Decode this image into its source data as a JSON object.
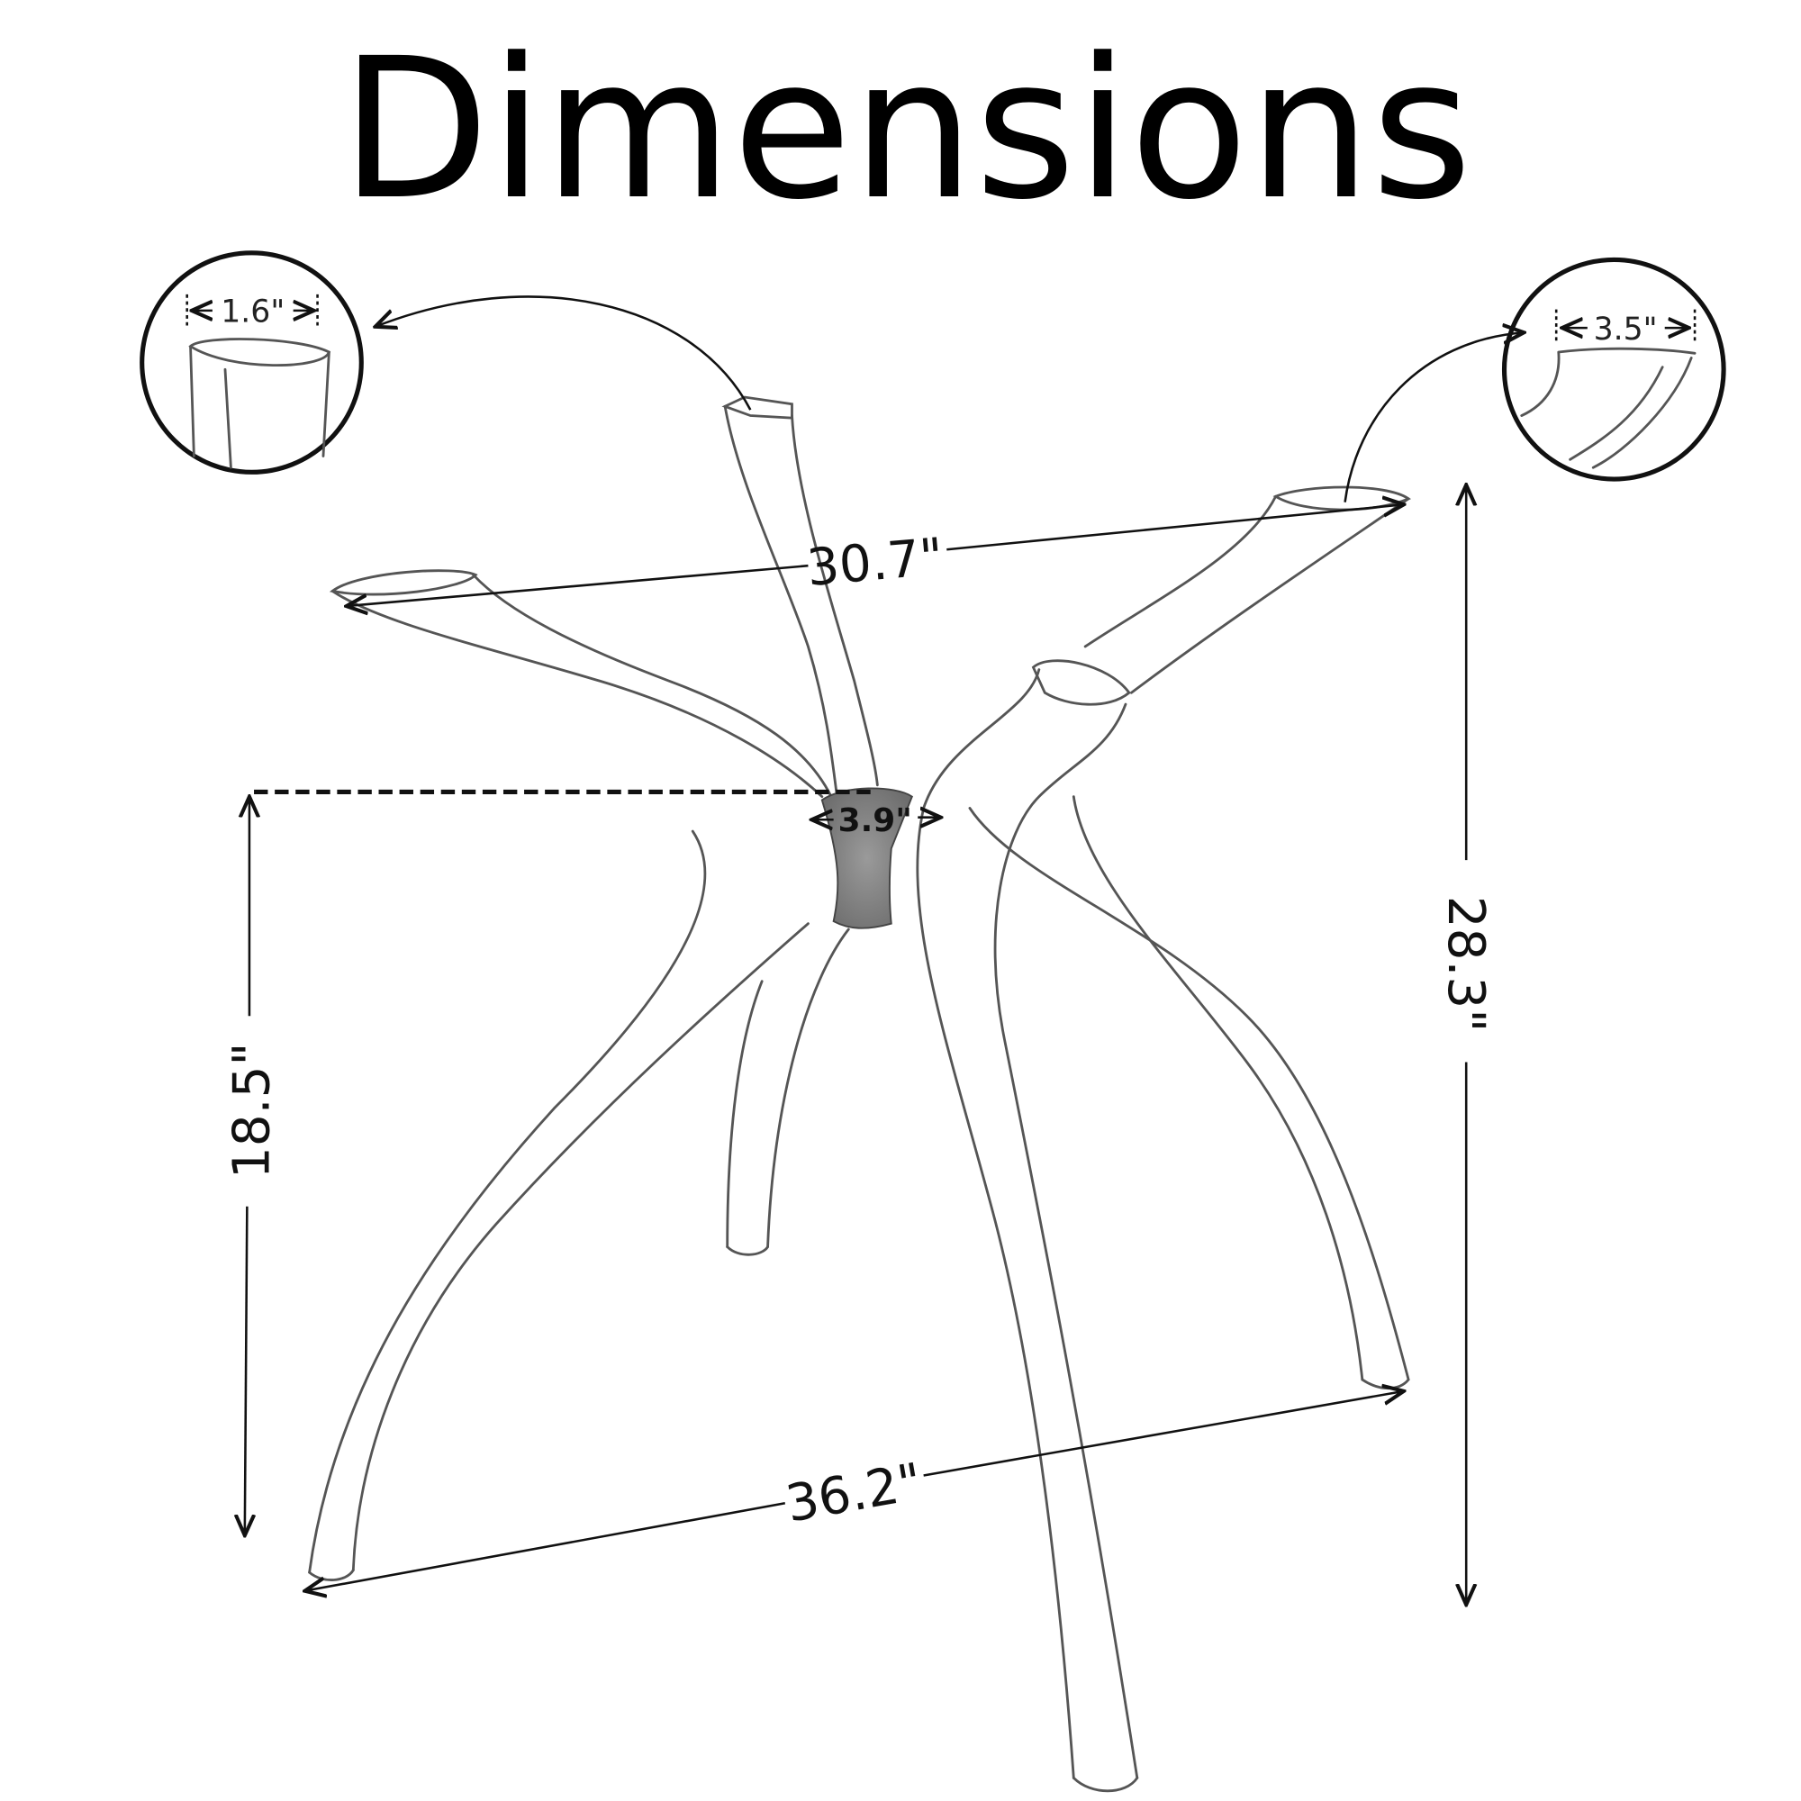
{
  "title": "Dimensions",
  "measurements": {
    "top_width": "30.7\"",
    "base_width": "36.2\"",
    "total_height": "28.3\"",
    "hub_height": "18.5\"",
    "hub_diameter": "3.9\"",
    "leg_end_thickness": "1.6\"",
    "top_pad_width": "3.5\""
  },
  "colors": {
    "ink": "#111111",
    "sketch": "#555555",
    "hub_fill": "#8a8a8a"
  }
}
